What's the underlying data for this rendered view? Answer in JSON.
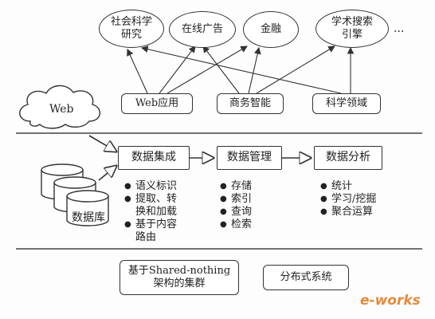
{
  "applications": [
    {
      "label": "社会科学\n研究"
    },
    {
      "label": "在线广告"
    },
    {
      "label": "金融"
    },
    {
      "label": "学术搜索\n引擎"
    }
  ],
  "more": "...",
  "middleware": [
    "Web应用",
    "商务智能",
    "科学领域"
  ],
  "sources": {
    "web": "Web",
    "db": "数据库"
  },
  "pipeline": [
    {
      "title": "数据集成",
      "items": [
        "语义标识",
        "提取、转\n换和加载",
        "基于内容\n路由"
      ]
    },
    {
      "title": "数据管理",
      "items": [
        "存储",
        "索引",
        "查询",
        "检索"
      ]
    },
    {
      "title": "数据分析",
      "items": [
        "统计",
        "学习/挖掘",
        "聚合运算"
      ]
    }
  ],
  "infrastructure": [
    "基于Shared-nothing\n架构的集群",
    "分布式系统"
  ],
  "watermark": "e-works"
}
